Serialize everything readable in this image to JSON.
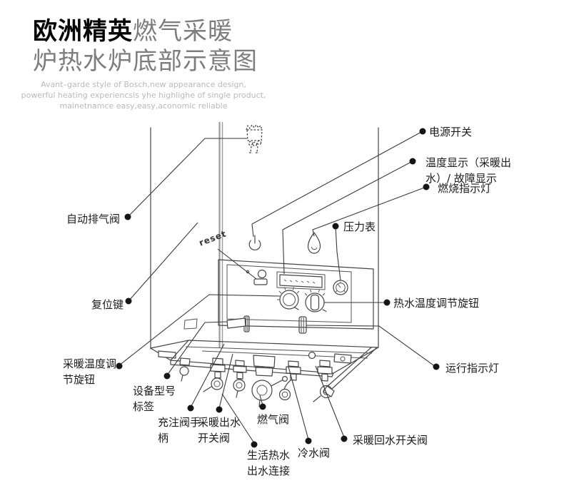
{
  "title": {
    "brand_bold": "欧洲精英",
    "brand_light": "燃气采暖",
    "line2": "炉热水炉底部示意图",
    "subtitle_lines": [
      "Avant–garde style of Bosch,new appearance design,",
      "powerful heating experiencsis yhe highlighe of single product,",
      "mainetnamce easy,easy,aconomic reliable"
    ]
  },
  "diagram": {
    "reset_print": "reset",
    "labels": {
      "power_switch": "电源开关",
      "temp_display_line1": "温度显示（采暖出",
      "temp_display_line2": "水）/ 故障显示",
      "burn_indicator": "燃烧指示灯",
      "pressure_gauge": "压力表",
      "auto_exhaust": "自动排气阀",
      "reset_key": "复位键",
      "hot_water_knob": "热水温度调节旋钮",
      "run_indicator": "运行指示灯",
      "heating_knob_line1": "采暖温度调",
      "heating_knob_line2": "节旋钮",
      "nameplate_line1": "设备型号",
      "nameplate_line2": "标签",
      "fill_valve_line1": "充注阀手",
      "fill_valve_line2": "柄",
      "heating_out_line1": "采暖出水",
      "heating_out_line2": "开关阀",
      "gas_valve": "燃气阀",
      "dhw_line1": "生活热水",
      "dhw_line2": "出水连接",
      "cold_water_valve": "冷水阀",
      "heating_return_valve": "采暖回水开关阀"
    }
  },
  "colors": {
    "ink": "#454545",
    "label_text": "#1c1c1c",
    "title_light": "#7d7d7d",
    "subtitle_grey": "#b9b9b9",
    "cabinet_edge_grey": "#9b9b9b",
    "dot_black": "#151515"
  }
}
